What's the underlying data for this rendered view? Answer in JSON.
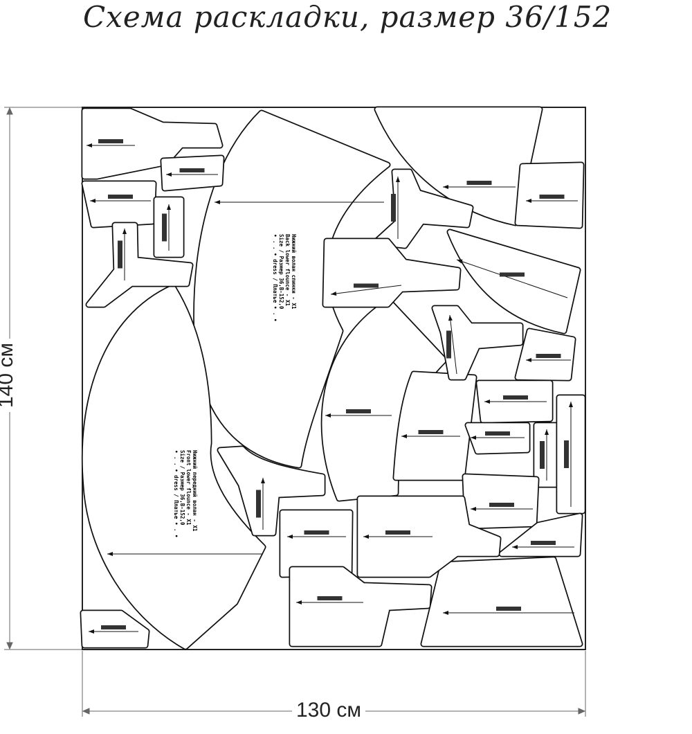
{
  "title": "Схема раскладки, размер 36/152",
  "dimensions": {
    "width_label": "130 см",
    "height_label": "140 см"
  },
  "pieces": [
    {
      "lines": [
        "• . . • dress / Платье • . •",
        "Size / Размер 36,B-152,0",
        "Back lower flounce - X1",
        "Нижний волан спинки - X1"
      ]
    },
    {
      "lines": [
        "• . . • dress / Платье • . •",
        "Size / Размер 36,B-152,0",
        "Front lower flounce - X1",
        "Нижний передний волан - X1"
      ]
    }
  ]
}
